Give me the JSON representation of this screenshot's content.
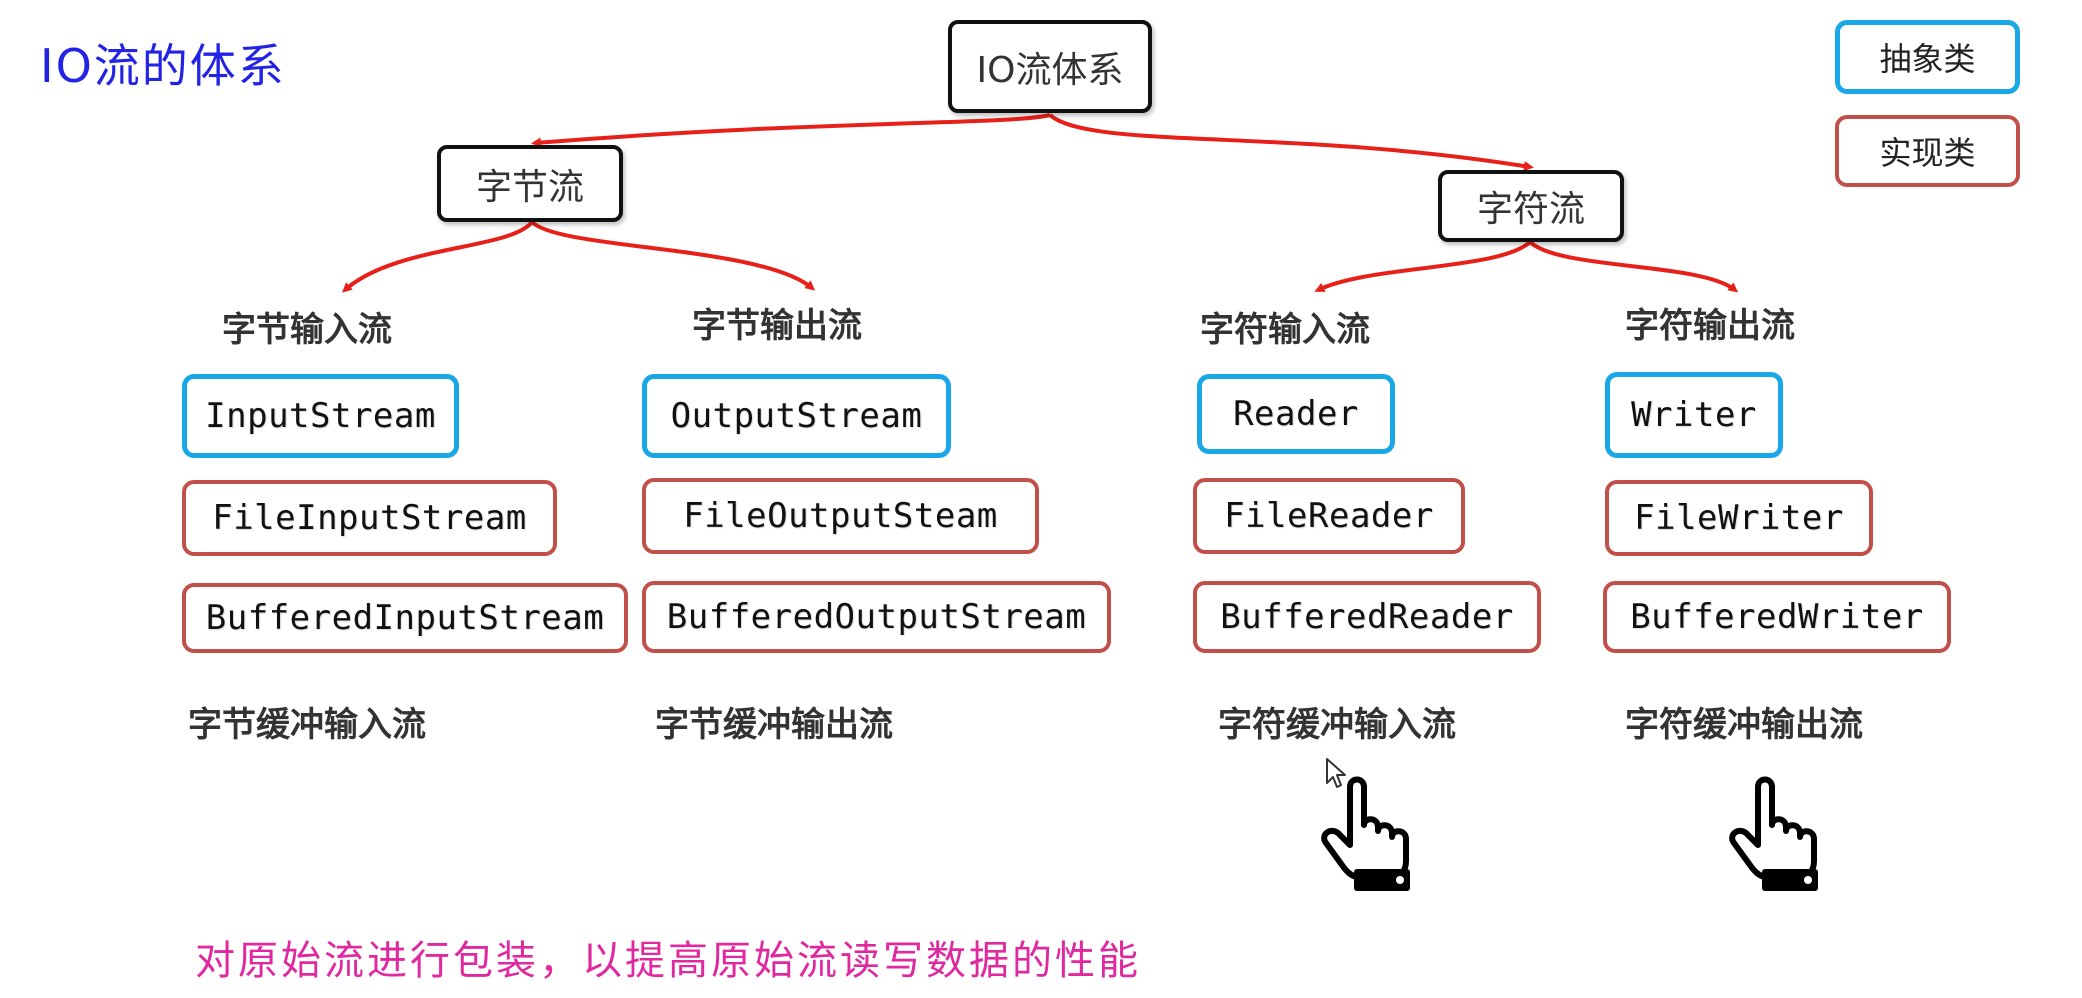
{
  "title": "IO流的体系",
  "root": "IO流体系",
  "legend": {
    "abstract": "抽象类",
    "impl": "实现类"
  },
  "byte_stream": {
    "label": "字节流",
    "input": {
      "label": "字节输入流",
      "abstract": "InputStream",
      "impl": "FileInputStream",
      "buffered": "BufferedInputStream",
      "buffered_label": "字节缓冲输入流"
    },
    "output": {
      "label": "字节输出流",
      "abstract": "OutputStream",
      "impl": "FileOutputSteam",
      "buffered": "BufferedOutputStream",
      "buffered_label": "字节缓冲输出流"
    }
  },
  "char_stream": {
    "label": "字符流",
    "input": {
      "label": "字符输入流",
      "abstract": "Reader",
      "impl": "FileReader",
      "buffered": "BufferedReader",
      "buffered_label": "字符缓冲输入流"
    },
    "output": {
      "label": "字符输出流",
      "abstract": "Writer",
      "impl": "FileWriter",
      "buffered": "BufferedWriter",
      "buffered_label": "字符缓冲输出流"
    }
  },
  "caption": "对原始流进行包装，以提高原始流读写数据的性能",
  "colors": {
    "title": "#2323e6",
    "abstract_border": "#1aa7e8",
    "impl_border": "#c2504a",
    "arrow": "#e8201a",
    "caption": "#e0289f"
  },
  "icons": [
    "pointing-hand-icon",
    "pointing-hand-icon",
    "mouse-cursor-icon"
  ]
}
